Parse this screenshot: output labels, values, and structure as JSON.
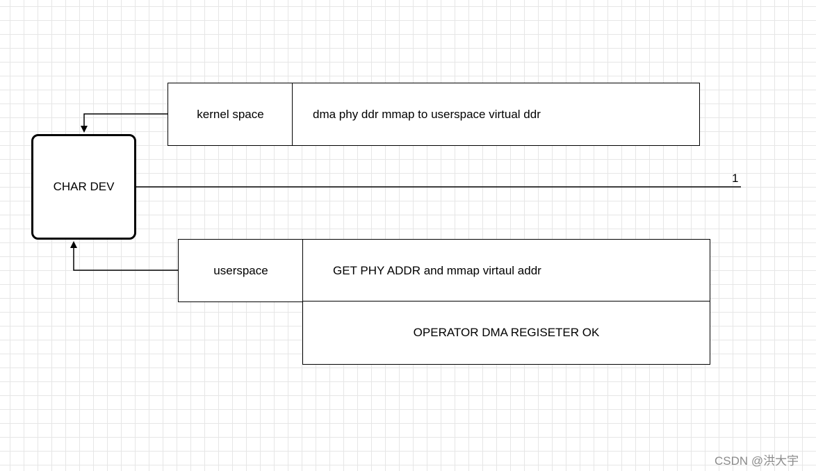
{
  "nodes": {
    "char_dev": "CHAR DEV",
    "kernel_space": {
      "label": "kernel space",
      "description": "dma phy ddr mmap to userspace virtual ddr"
    },
    "userspace": {
      "label": "userspace",
      "description": "GET PHY ADDR and mmap virtaul addr",
      "operation": "OPERATOR DMA REGISETER OK"
    }
  },
  "edges": {
    "line_label": "1"
  },
  "watermark": "CSDN @洪大宇",
  "colors": {
    "stroke": "#000000",
    "grid": "#e6e6e6",
    "watermark": "#8c8c8c"
  }
}
